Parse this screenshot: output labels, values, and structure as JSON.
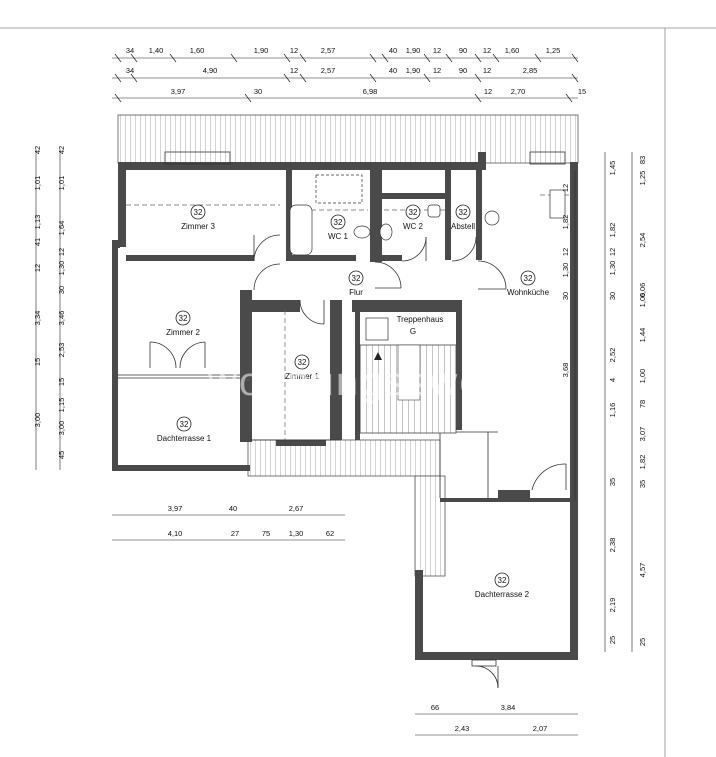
{
  "watermark": "wohnungsswert",
  "rooms": [
    {
      "key": "zimmer3",
      "number": "32",
      "name": "Zimmer 3"
    },
    {
      "key": "wc1",
      "number": "32",
      "name": "WC 1"
    },
    {
      "key": "wc2",
      "number": "32",
      "name": "WC 2"
    },
    {
      "key": "abstell",
      "number": "32",
      "name": "Abstell"
    },
    {
      "key": "flur",
      "number": "32",
      "name": "Flur"
    },
    {
      "key": "wohnkueche",
      "number": "32",
      "name": "Wohnküche"
    },
    {
      "key": "zimmer2",
      "number": "32",
      "name": "Zimmer 2"
    },
    {
      "key": "treppenhaus",
      "number": "",
      "name": "Treppenhaus"
    },
    {
      "key": "zimmer1",
      "number": "32",
      "name": "Zimmer 1"
    },
    {
      "key": "dachterrasse1",
      "number": "32",
      "name": "Dachterrasse 1"
    },
    {
      "key": "dachterrasse2",
      "number": "32",
      "name": "Dachterrasse 2"
    }
  ],
  "stair_letter": "G",
  "dims_top_row1": [
    "34",
    "1,40",
    "1,60",
    "1,90",
    "12",
    "2,57",
    "40",
    "1,90",
    "12",
    "90",
    "12",
    "1,60",
    "1,25"
  ],
  "dims_top_row2": [
    "34",
    "4,90",
    "12",
    "2,57",
    "40",
    "1,90",
    "12",
    "90",
    "12",
    "2,85"
  ],
  "dims_top_row3": [
    "3,97",
    "30",
    "6,98",
    "12",
    "2,70",
    "15"
  ],
  "dims_left_outer": [
    "42",
    "1,01",
    "1,13",
    "41",
    "12",
    "3,34",
    "15",
    "3,00"
  ],
  "dims_left_inner": [
    "42",
    "1,01",
    "1,64",
    "12",
    "1,30",
    "30",
    "3,46",
    "2,53",
    "15",
    "1,15",
    "3,00",
    "45"
  ],
  "dims_right_inner": [
    "1,45",
    "1,82",
    "12",
    "1,30",
    "30",
    "2,52",
    "4",
    "1,16",
    "35",
    "2,38",
    "2,19",
    "25"
  ],
  "dims_right_outer": [
    "83",
    "1,25",
    "2,54",
    "6,06",
    "1,00",
    "1,44",
    "1,00",
    "78",
    "3,07",
    "1,82",
    "35",
    "4,57",
    "25"
  ],
  "dims_right_interior": [
    "12",
    "1,82",
    "12",
    "1,30",
    "30",
    "3,68"
  ],
  "dims_bottom_left_row1": [
    "3,97",
    "40",
    "2,67"
  ],
  "dims_bottom_left_row2": [
    "4,10",
    "27",
    "75",
    "1,30",
    "62"
  ],
  "dims_bottom_right_row1": [
    "66",
    "3,84"
  ],
  "dims_bottom_right_row2": [
    "2,43",
    "2,07"
  ]
}
